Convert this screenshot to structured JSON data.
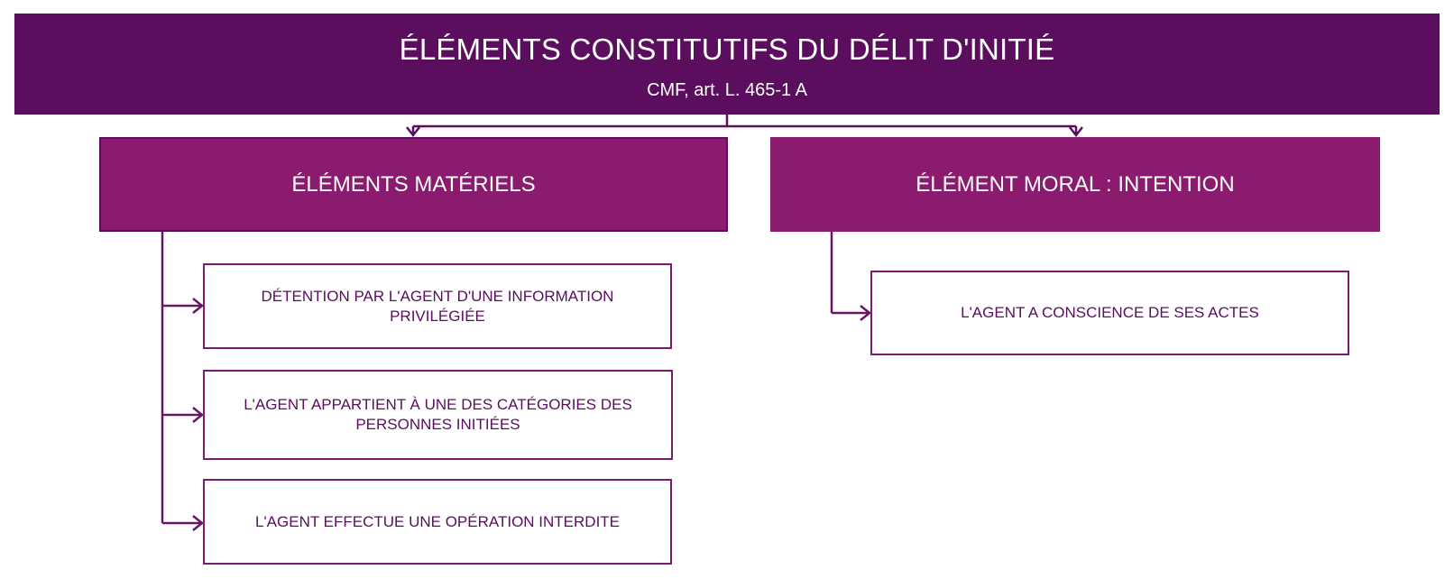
{
  "header": {
    "title": "ÉLÉMENTS CONSTITUTIFS DU DÉLIT D'INITIÉ",
    "subtitle": "CMF, art. L. 465-1 A"
  },
  "categories": [
    {
      "label": "ÉLÉMENTS MATÉRIELS",
      "items": [
        "DÉTENTION PAR L'AGENT D'UNE INFORMATION PRIVILÉGIÉE",
        "L'AGENT APPARTIENT À UNE DES CATÉGORIES DES PERSONNES INITIÉES",
        "L'AGENT EFFECTUE UNE OPÉRATION INTERDITE"
      ]
    },
    {
      "label": "ÉLÉMENT MORAL : INTENTION",
      "items": [
        "L'AGENT A CONSCIENCE DE SES ACTES"
      ]
    }
  ],
  "colors": {
    "header_bg": "#5b0e5e",
    "category_bg": "#8b1b6e",
    "item_border": "#7a1a70",
    "item_text": "#5b0e5e"
  }
}
